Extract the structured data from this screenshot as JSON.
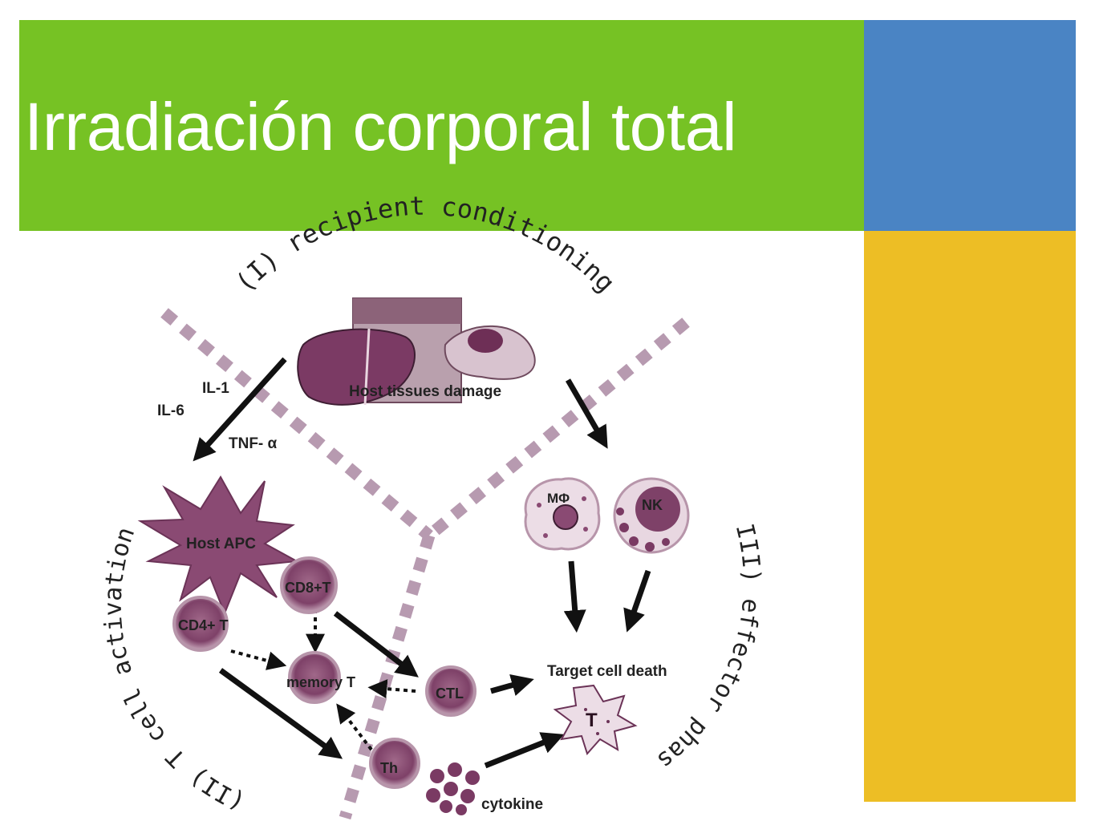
{
  "slide": {
    "title": "Irradiación corporal total",
    "colors": {
      "green": "#76c224",
      "blue": "#4a84c4",
      "yellow": "#edbe25"
    }
  },
  "diagram": {
    "phase1": "(I) recipient conditioning",
    "phase2": "(II) T cell activation",
    "phase3": "(III) effector phase",
    "host_tissues": "Host tissues damage",
    "il1": "IL-1",
    "il6": "IL-6",
    "tnf": "TNF- α",
    "host_apc": "Host APC",
    "cd8": "CD8+T",
    "cd4": "CD4+ T",
    "memory": "memory T",
    "ctl": "CTL",
    "th": "Th",
    "cytokine": "cytokine",
    "macrophage": "MΦ",
    "nk": "NK",
    "target": "Target cell death",
    "target_t": "T",
    "colors": {
      "cell": "#8a4a73",
      "cell_light": "#b98aa6",
      "divider": "#b79ab0",
      "ink": "#111111"
    }
  }
}
